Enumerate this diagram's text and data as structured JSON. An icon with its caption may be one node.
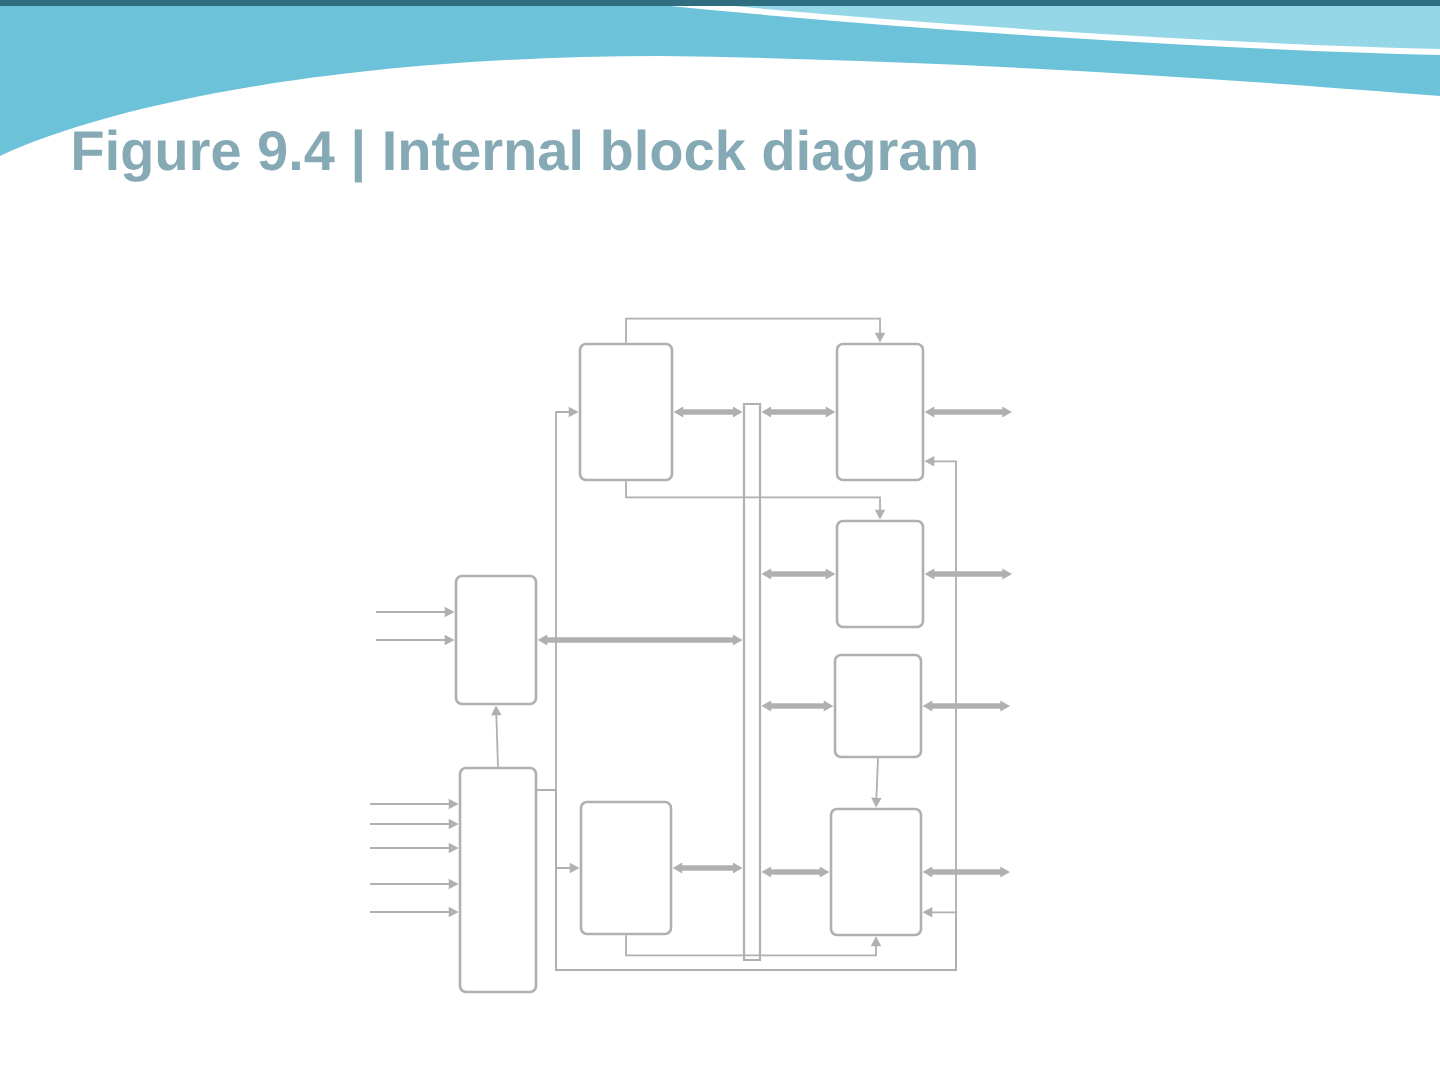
{
  "diagram": {
    "title": "Figure 9.4 | Internal block diagram",
    "nodes": [
      {
        "text": [],
        "shape": "box"
      },
      {
        "text": [],
        "shape": "box"
      },
      {
        "text": [],
        "shape": "box"
      },
      {
        "text": [],
        "shape": "box"
      },
      {
        "text": [],
        "shape": "bar"
      },
      {
        "text": [],
        "shape": "box"
      },
      {
        "text": [],
        "shape": "box"
      },
      {
        "text": [],
        "shape": "box"
      },
      {
        "text": [],
        "shape": "box"
      }
    ],
    "edges": [
      {
        "from": 2,
        "to": 5,
        "arrow": "to"
      },
      {
        "from": 2,
        "to": 6,
        "arrow": "to"
      },
      {
        "from": 4,
        "to": 2,
        "arrow": "both",
        "style": "thick"
      },
      {
        "from": 4,
        "to": 5,
        "arrow": "both",
        "style": "thick"
      },
      {
        "from": 4,
        "to": 6,
        "arrow": "both",
        "style": "thick"
      },
      {
        "from": 4,
        "to": 7,
        "arrow": "both",
        "style": "thick"
      },
      {
        "from": 4,
        "to": 8,
        "arrow": "both",
        "style": "thick"
      },
      {
        "from": 4,
        "to": 3,
        "arrow": "both",
        "style": "thick"
      },
      {
        "from": 0,
        "to": 4,
        "arrow": "both",
        "style": "thick"
      },
      {
        "from": 1,
        "to": 0,
        "arrow": "to"
      },
      {
        "from": 1,
        "to": 2,
        "arrow": "to"
      },
      {
        "from": 1,
        "to": 3,
        "arrow": "to"
      },
      {
        "from": 3,
        "to": 8,
        "arrow": "to"
      },
      {
        "from": 7,
        "to": 8,
        "arrow": "to"
      },
      {
        "from": 1,
        "to": 5,
        "arrow": "to"
      },
      {
        "from": 1,
        "to": 8,
        "arrow": "to"
      },
      {
        "from": 5,
        "to": null,
        "arrow": "both",
        "style": "thick"
      },
      {
        "from": 6,
        "to": null,
        "arrow": "both",
        "style": "thick"
      },
      {
        "from": 7,
        "to": null,
        "arrow": "both",
        "style": "thick"
      },
      {
        "from": 8,
        "to": null,
        "arrow": "both",
        "style": "thick"
      },
      {
        "from": null,
        "to": 0,
        "arrow": "to"
      },
      {
        "from": null,
        "to": 0,
        "arrow": "to"
      },
      {
        "from": null,
        "to": 1,
        "arrow": "to"
      },
      {
        "from": null,
        "to": 1,
        "arrow": "to"
      },
      {
        "from": null,
        "to": 1,
        "arrow": "to"
      },
      {
        "from": null,
        "to": 1,
        "arrow": "to"
      },
      {
        "from": null,
        "to": 1,
        "arrow": "to"
      }
    ]
  }
}
